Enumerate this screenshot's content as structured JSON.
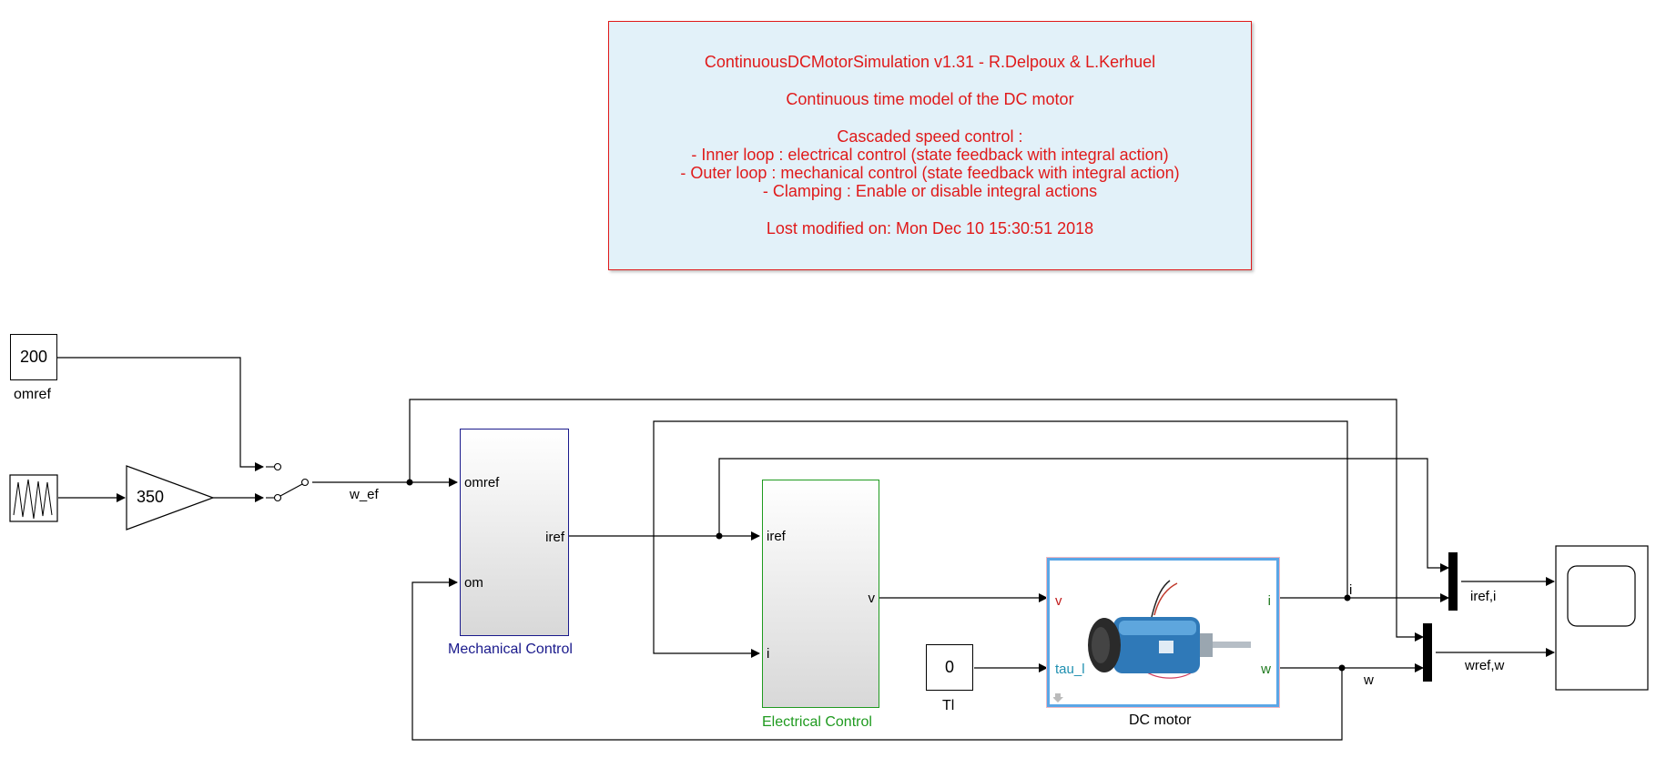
{
  "annotation": {
    "title": "ContinuousDCMotorSimulation v1.31 - R.Delpoux & L.Kerhuel",
    "subtitle": "Continuous time model of the DC motor",
    "control_heading": "Cascaded speed control :",
    "bullet1": "- Inner loop : electrical control (state feedback with integral action)",
    "bullet2": "- Outer loop :  mechanical control (state feedback with integral action)",
    "bullet3": "- Clamping : Enable or disable integral actions",
    "modified": "Lost modified on: Mon Dec 10 15:30:51 2018"
  },
  "blocks": {
    "omref_const": {
      "value": "200",
      "label": "omref"
    },
    "gain": {
      "value": "350"
    },
    "tl_const": {
      "value": "0",
      "label": "Tl"
    },
    "mechanical": {
      "label": "Mechanical Control",
      "port_omref": "omref",
      "port_om": "om",
      "port_iref": "iref"
    },
    "electrical": {
      "label": "Electrical Control",
      "port_iref": "iref",
      "port_i": "i",
      "port_v": "v"
    },
    "motor": {
      "label": "DC motor",
      "port_v": "v",
      "port_tau": "tau_l",
      "port_i": "i",
      "port_w": "w"
    }
  },
  "signals": {
    "w_ef": "w_ef",
    "i": "i",
    "w": "w",
    "iref_i": "iref,i",
    "wref_w": "wref,w"
  },
  "colors": {
    "annotation_text": "#e01a1a",
    "annotation_bg": "#e2f1f9",
    "mechanical": "#1a1a8c",
    "electrical": "#1f9a1f",
    "motor_in_v": "#c01818",
    "motor_in_tau": "#1e8fb0",
    "motor_out": "#1f7a1f"
  }
}
